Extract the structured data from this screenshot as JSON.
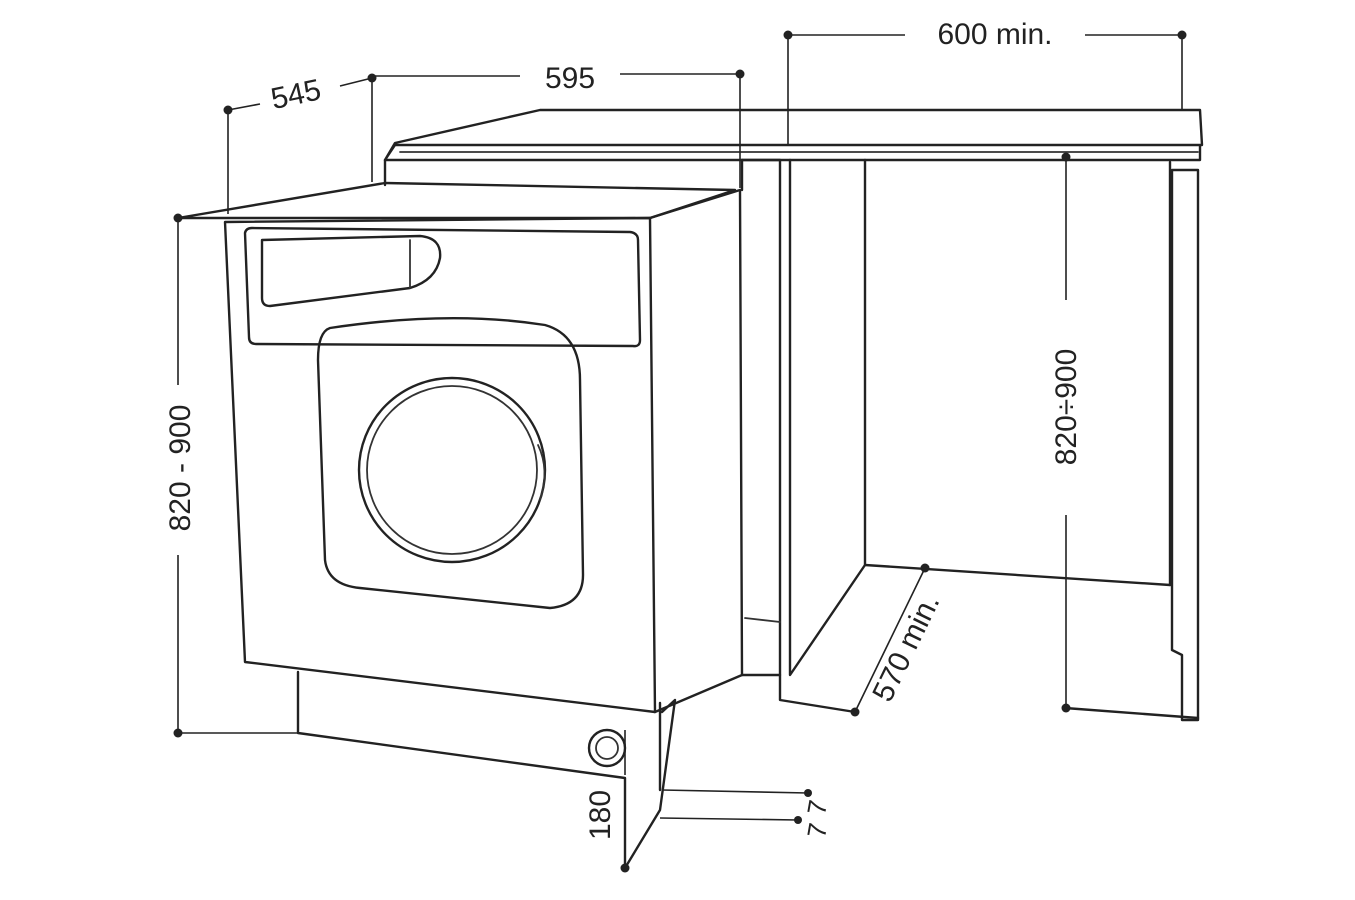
{
  "dimensions": {
    "depth": "545",
    "width": "595",
    "niche_width": "600 min.",
    "height": "820 - 900",
    "niche_height": "820÷900",
    "niche_depth": "570 min.",
    "plinth": "180",
    "feet_a": "7",
    "feet_b": "7"
  },
  "colors": {
    "line": "#222222",
    "background": "#ffffff"
  }
}
